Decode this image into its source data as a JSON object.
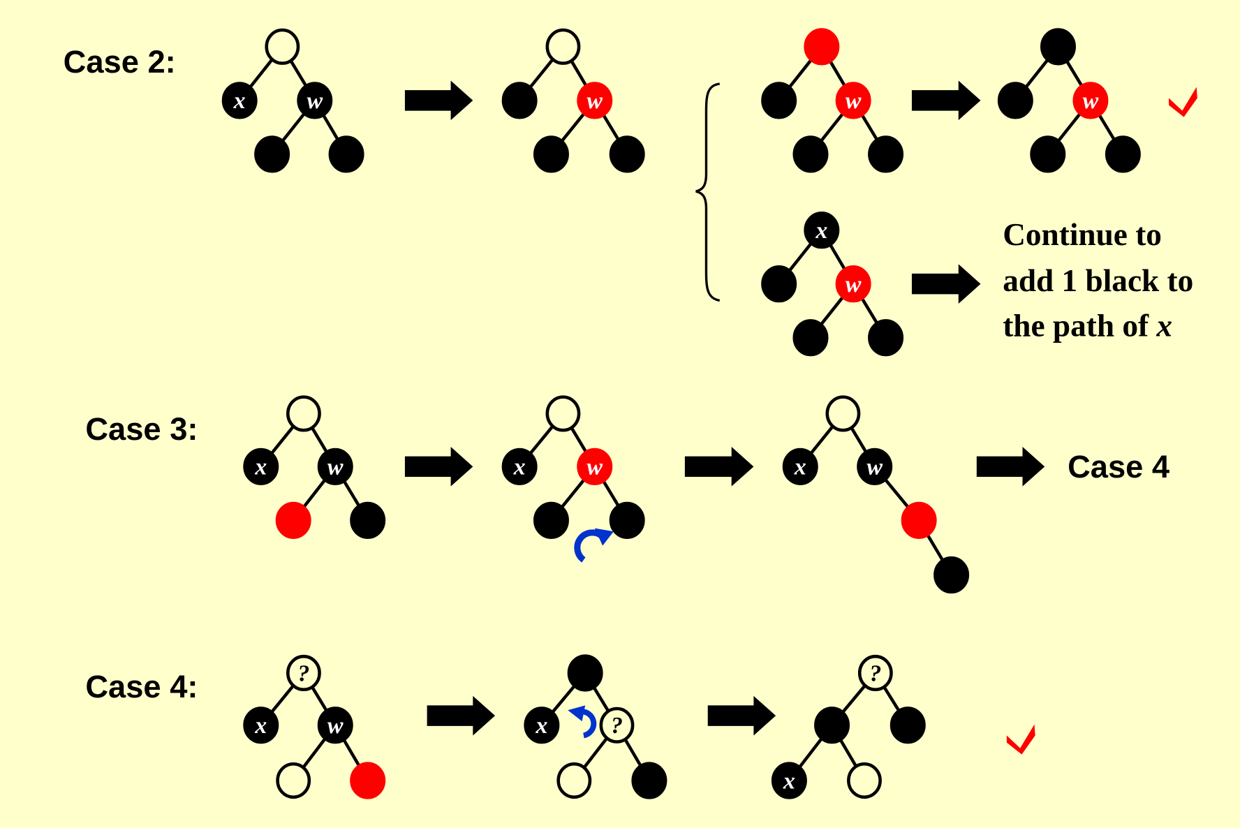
{
  "colors": {
    "background": "#ffffcc",
    "black": "#000000",
    "red": "#ff0000",
    "white": "#ffffcc",
    "rotate": "#0033cc",
    "check": "#ff0000"
  },
  "cases": [
    {
      "label": "Case 2:"
    },
    {
      "label": "Case 3:"
    },
    {
      "label": "Case 4:"
    }
  ],
  "case3_result": "Case 4",
  "continue_text": {
    "line1": "Continue to",
    "line2": "add 1 black to",
    "line3_prefix": "the path of ",
    "line3_var": "x"
  },
  "trees": [
    {
      "id": "c2-before",
      "nodes": [
        {
          "c": "white",
          "t": ""
        },
        {
          "c": "black",
          "t": "x",
          "p": 0
        },
        {
          "c": "black",
          "t": "w",
          "p": 0
        },
        {
          "c": "black",
          "t": "",
          "p": 2
        },
        {
          "c": "black",
          "t": "",
          "p": 2
        }
      ]
    },
    {
      "id": "c2-recolor",
      "nodes": [
        {
          "c": "white",
          "t": ""
        },
        {
          "c": "black",
          "t": "",
          "p": 0
        },
        {
          "c": "red",
          "t": "w",
          "p": 0
        },
        {
          "c": "black",
          "t": "",
          "p": 2
        },
        {
          "c": "black",
          "t": "",
          "p": 2
        }
      ]
    },
    {
      "id": "c2-red-parent",
      "nodes": [
        {
          "c": "red",
          "t": ""
        },
        {
          "c": "black",
          "t": "",
          "p": 0
        },
        {
          "c": "red",
          "t": "w",
          "p": 0
        },
        {
          "c": "black",
          "t": "",
          "p": 2
        },
        {
          "c": "black",
          "t": "",
          "p": 2
        }
      ]
    },
    {
      "id": "c2-red-parent-done",
      "nodes": [
        {
          "c": "black",
          "t": ""
        },
        {
          "c": "black",
          "t": "",
          "p": 0
        },
        {
          "c": "red",
          "t": "w",
          "p": 0
        },
        {
          "c": "black",
          "t": "",
          "p": 2
        },
        {
          "c": "black",
          "t": "",
          "p": 2
        }
      ]
    },
    {
      "id": "c2-black-parent",
      "nodes": [
        {
          "c": "black",
          "t": "x"
        },
        {
          "c": "black",
          "t": "",
          "p": 0
        },
        {
          "c": "red",
          "t": "w",
          "p": 0
        },
        {
          "c": "black",
          "t": "",
          "p": 2
        },
        {
          "c": "black",
          "t": "",
          "p": 2
        }
      ]
    },
    {
      "id": "c3-before",
      "nodes": [
        {
          "c": "white",
          "t": ""
        },
        {
          "c": "black",
          "t": "x",
          "p": 0
        },
        {
          "c": "black",
          "t": "w",
          "p": 0
        },
        {
          "c": "red",
          "t": "",
          "p": 2
        },
        {
          "c": "black",
          "t": "",
          "p": 2
        }
      ]
    },
    {
      "id": "c3-recolor",
      "nodes": [
        {
          "c": "white",
          "t": ""
        },
        {
          "c": "black",
          "t": "x",
          "p": 0
        },
        {
          "c": "red",
          "t": "w",
          "p": 0
        },
        {
          "c": "black",
          "t": "",
          "p": 2
        },
        {
          "c": "black",
          "t": "",
          "p": 2
        }
      ]
    },
    {
      "id": "c3-rotated",
      "nodes": [
        {
          "c": "white",
          "t": ""
        },
        {
          "c": "black",
          "t": "x",
          "p": 0
        },
        {
          "c": "black",
          "t": "w",
          "p": 0
        },
        {
          "c": "red",
          "t": "",
          "p": 2
        },
        {
          "c": "black",
          "t": "",
          "p": 3
        }
      ]
    },
    {
      "id": "c4-before",
      "nodes": [
        {
          "c": "white",
          "t": "?"
        },
        {
          "c": "black",
          "t": "x",
          "p": 0
        },
        {
          "c": "black",
          "t": "w",
          "p": 0
        },
        {
          "c": "white",
          "t": "",
          "p": 2
        },
        {
          "c": "red",
          "t": "",
          "p": 2
        }
      ]
    },
    {
      "id": "c4-recolor",
      "nodes": [
        {
          "c": "black",
          "t": ""
        },
        {
          "c": "black",
          "t": "x",
          "p": 0
        },
        {
          "c": "white",
          "t": "?",
          "p": 0
        },
        {
          "c": "white",
          "t": "",
          "p": 2
        },
        {
          "c": "black",
          "t": "",
          "p": 2
        }
      ]
    },
    {
      "id": "c4-rotated",
      "nodes": [
        {
          "c": "white",
          "t": "?"
        },
        {
          "c": "black",
          "t": "",
          "p": 0
        },
        {
          "c": "black",
          "t": "",
          "p": 0
        },
        {
          "c": "black",
          "t": "x",
          "p": 1
        },
        {
          "c": "white",
          "t": "",
          "p": 1
        }
      ]
    }
  ]
}
